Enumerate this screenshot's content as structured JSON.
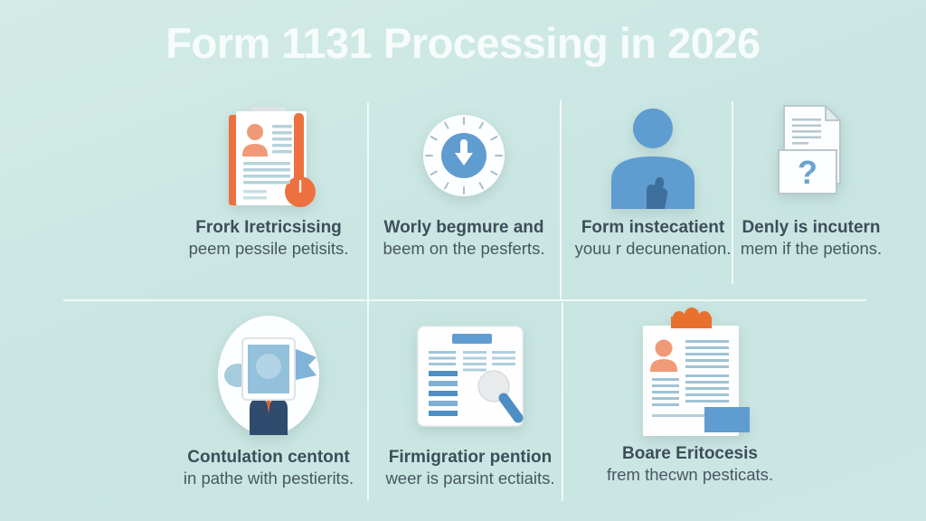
{
  "title": "Form 1131 Processing in 2026",
  "icons": {
    "question_glyph": "?"
  },
  "colors": {
    "background": "#c9e5e1",
    "title_text": "#f6fcfa",
    "caption_primary": "#3c4e5a",
    "caption_secondary": "#475761",
    "divider": "#ffffff",
    "accent_orange": "#ed7040",
    "accent_orange_light": "#f09a77",
    "accent_blue": "#5f9cd0",
    "accent_blue_dark": "#3f6f9d",
    "accent_navy": "#2f4b6d",
    "doc_line_blue": "#b6d3da"
  },
  "cells": [
    {
      "icon": "document-profile-icon",
      "caption_line1": "Frork Iretricsising",
      "caption_line2": "peem pessile petisits."
    },
    {
      "icon": "clock-icon",
      "caption_line1": "Worly begmure and",
      "caption_line2": "beem on the pesferts."
    },
    {
      "icon": "person-icon",
      "caption_line1": "Form instecatient",
      "caption_line2": "youu r decunenation."
    },
    {
      "icon": "question-document-icon",
      "caption_line1": "Denly is incutern",
      "caption_line2": "mem if the petions."
    },
    {
      "icon": "consultation-figure-icon",
      "caption_line1": "Contulation centont",
      "caption_line2": "in pathe with pestierits."
    },
    {
      "icon": "magnifier-document-icon",
      "caption_line1": "Firmigratior pention",
      "caption_line2": "weer is parsint ectiaits."
    },
    {
      "icon": "report-document-icon",
      "caption_line1": "Boare Eritocesis",
      "caption_line2": "frem thecwn pesticats."
    }
  ]
}
